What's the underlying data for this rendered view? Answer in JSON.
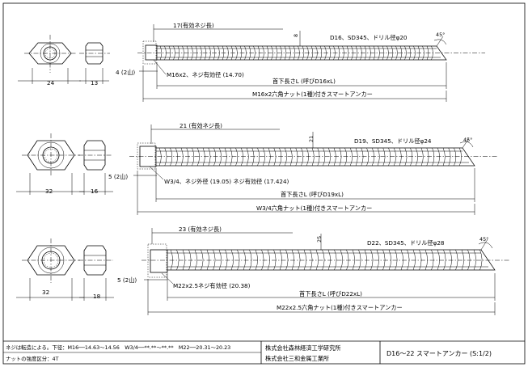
{
  "diagrams": [
    {
      "id": "d16",
      "thread_length_label": "17(有効ネジ長)",
      "bar_spec_label": "D16、SD345、ドリル径φ20",
      "rib_dim": "8",
      "angle_label": "45°",
      "head_width_dim": "24",
      "nut_height_dim": "13",
      "thread_pitch_label": "4 (2山)",
      "thread_spec_label": "M16x2、ネジ有効径 (14.70)",
      "length_label": "首下長さL (呼びD16xL)",
      "caption": "M16x2六角ナット(1種)付きスマートアンカー"
    },
    {
      "id": "d19",
      "thread_length_label": "21 (有効ネジ長)",
      "bar_spec_label": "D19、SD345、ドリル径φ24",
      "rib_dim": "21",
      "angle_label": "45°",
      "head_width_dim": "32",
      "nut_height_dim": "16",
      "thread_pitch_label": "5 (2山)",
      "thread_spec_label": "W3/4、ネジ外径 (19.05) ネジ有効径 (17.424)",
      "length_label": "首下長さL (呼びD19xL)",
      "caption": "W3/4六角ナット(1種)付きスマートアンカー"
    },
    {
      "id": "d22",
      "thread_length_label": "23 (有効ネジ長)",
      "bar_spec_label": "D22、SD345、ドリル径φ28",
      "rib_dim": "25",
      "angle_label": "45°",
      "head_width_dim": "32",
      "nut_height_dim": "18",
      "thread_pitch_label": "5 (2山)",
      "thread_spec_label": "M22x2.5ネジ有効径 (20.38)",
      "length_label": "首下長さL (呼びD22xL)",
      "caption": "M22x2.5六角ナット(1種)付きスマートアンカー"
    }
  ],
  "title_block": {
    "note_line1": "ネジは転造による。下径：M16──14.63～14.56　W3/4──**.**～**.**　M22──20.31～20.23",
    "note_line2": "ナットの強度区分：4T",
    "company1": "株式会社森林経済工学研究所",
    "company2": "株式会社三和金属工業所",
    "drawing_title": "D16～22 スマートアンカー (S:1/2)"
  }
}
